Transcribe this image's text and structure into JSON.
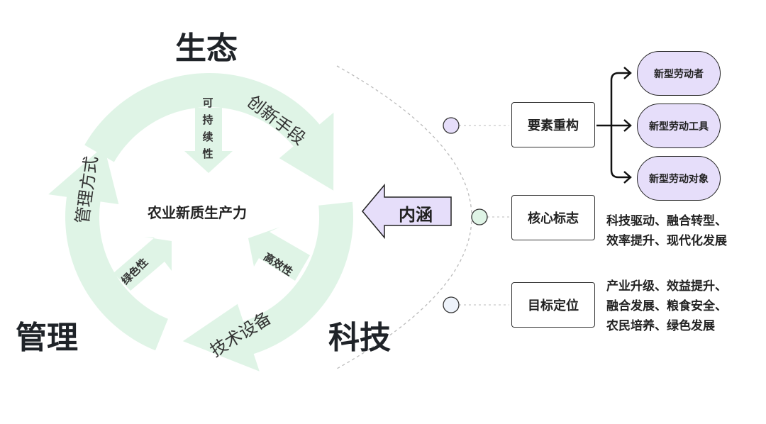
{
  "colors": {
    "ring": "#dff4e6",
    "purple": "#e6defa",
    "green": "#dff4e6",
    "blue": "#eef3fb"
  },
  "labels": {
    "ecology": "生态",
    "management": "管理",
    "technology": "科技"
  },
  "cycle": {
    "center": "农业新质生产力",
    "arcs": [
      "创新手段",
      "技术设备",
      "管理方式"
    ],
    "inner": [
      "可持续性",
      "高效性",
      "绿色性"
    ]
  },
  "connotation": "内涵",
  "branches": [
    {
      "title": "要素重构",
      "children": [
        "新型劳动者",
        "新型劳动工具",
        "新型劳动对象"
      ]
    },
    {
      "title": "核心标志",
      "lines": [
        "科技驱动、融合转型、",
        "效率提升、现代化发展"
      ]
    },
    {
      "title": "目标定位",
      "lines": [
        "产业升级、效益提升、",
        "融合发展、粮食安全、",
        "农民培养、绿色发展"
      ]
    }
  ]
}
